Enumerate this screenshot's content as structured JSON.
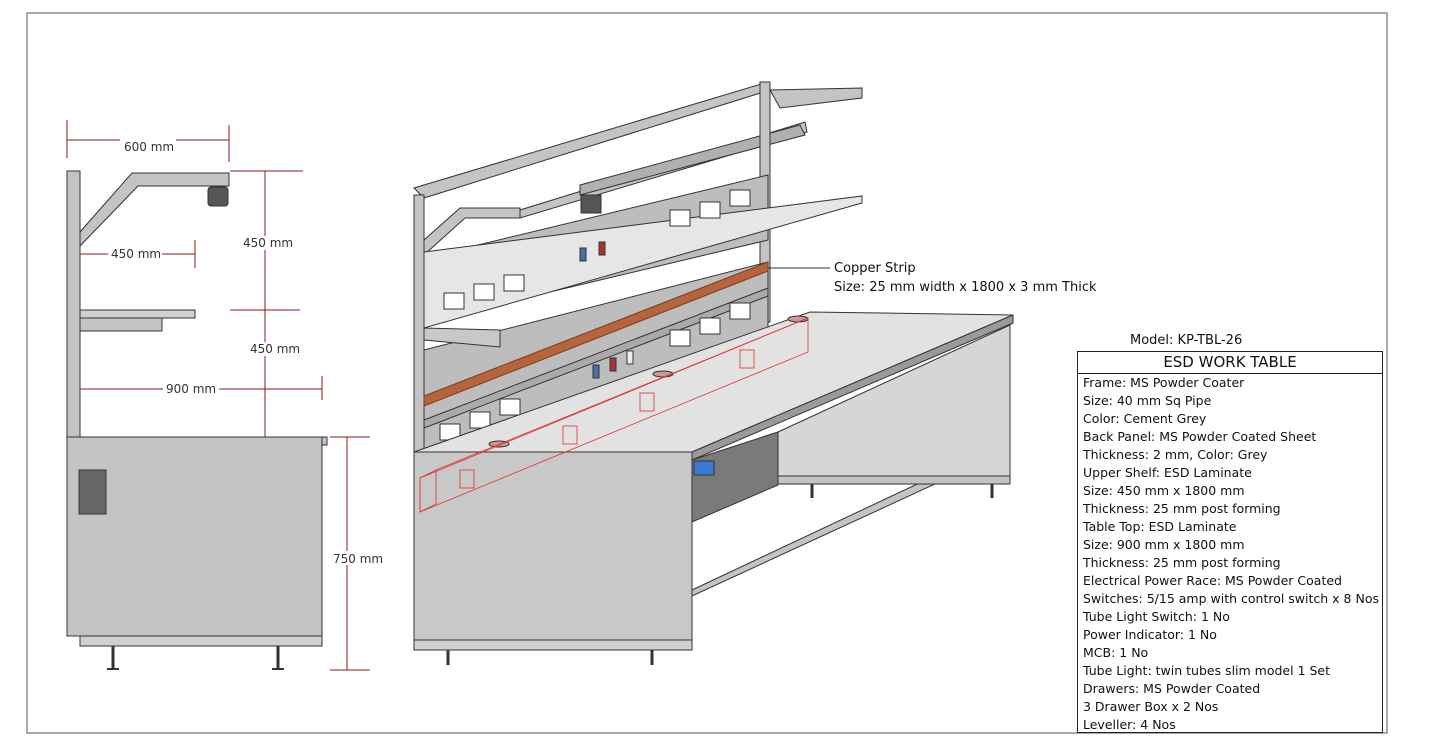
{
  "side_view": {
    "dims": {
      "top_width": "600 mm",
      "shelf_width": "450 mm",
      "upper_height": "450 mm",
      "middle_height": "450 mm",
      "table_depth": "900 mm",
      "table_height": "750 mm"
    }
  },
  "iso_view": {
    "callout_title": "Copper Strip",
    "callout_detail": "Size: 25 mm width x 1800 x 3 mm Thick"
  },
  "spec": {
    "model": "Model: KP-TBL-26",
    "title": "ESD WORK TABLE",
    "rows": [
      "Frame: MS Powder Coater",
      "Size: 40 mm  Sq Pipe",
      "Color: Cement Grey",
      "Back Panel: MS Powder Coated Sheet",
      "Thickness: 2 mm, Color: Grey",
      "Upper Shelf: ESD Laminate",
      "Size: 450 mm x 1800 mm",
      "Thickness: 25 mm post forming",
      "Table Top: ESD Laminate",
      "Size: 900 mm x 1800 mm",
      "Thickness: 25 mm post forming",
      "Electrical Power Race: MS Powder Coated",
      "Switches: 5/15 amp with control switch x 8 Nos",
      "Tube Light Switch: 1 No",
      "Power Indicator: 1 No",
      "MCB: 1 No",
      "Tube Light: twin tubes slim model 1 Set",
      "Drawers: MS Powder Coated",
      "3 Drawer Box  x 2 Nos",
      "Leveller: 4 Nos"
    ]
  },
  "colors": {
    "frame": "#c0c0c0",
    "dim": "#8b1a1a",
    "copper": "#b5643c",
    "outline": "#333333"
  }
}
